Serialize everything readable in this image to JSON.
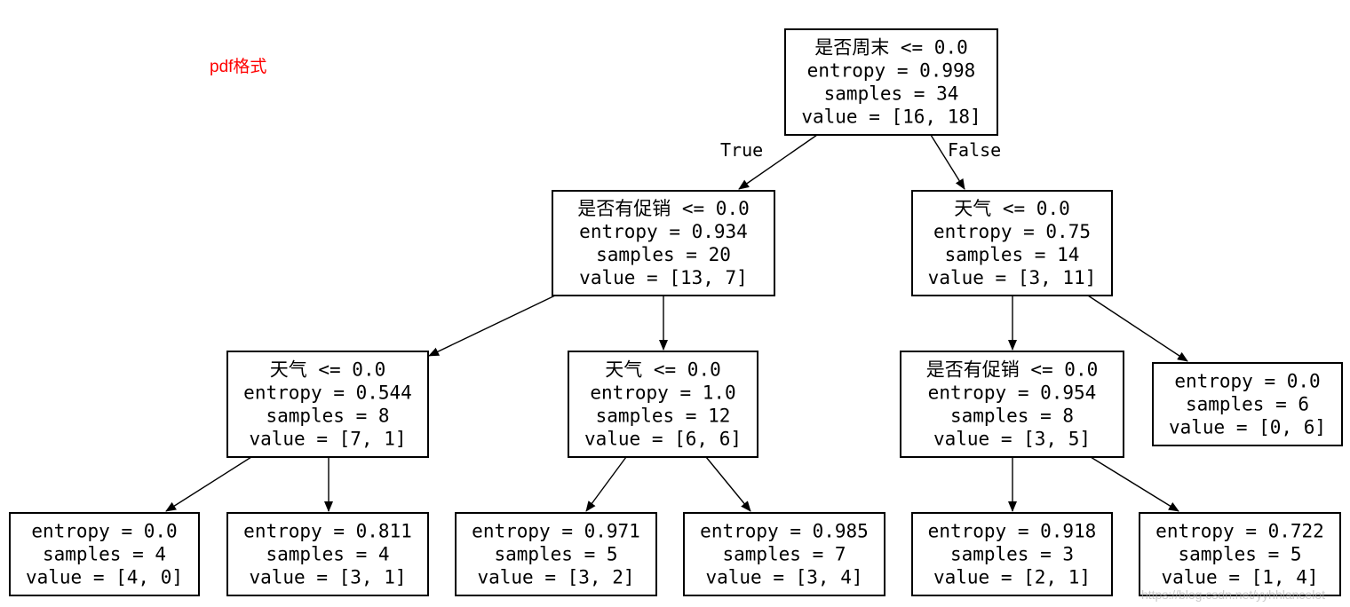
{
  "caption": "pdf格式",
  "watermark": "https://blog.csdn.net/yyhhlancelot",
  "colors": {
    "caption": "#ff0000",
    "stroke": "#000000",
    "background": "#ffffff"
  },
  "tree": {
    "nodes": [
      {
        "id": "n0",
        "lines": [
          "是否周末 <= 0.0",
          "entropy = 0.998",
          "samples = 34",
          "value = [16, 18]"
        ]
      },
      {
        "id": "n1",
        "lines": [
          "是否有促销 <= 0.0",
          "entropy = 0.934",
          "samples = 20",
          "value = [13, 7]"
        ]
      },
      {
        "id": "n2",
        "lines": [
          "天气 <= 0.0",
          "entropy = 0.75",
          "samples = 14",
          "value = [3, 11]"
        ]
      },
      {
        "id": "n3",
        "lines": [
          "天气 <= 0.0",
          "entropy = 0.544",
          "samples = 8",
          "value = [7, 1]"
        ]
      },
      {
        "id": "n4",
        "lines": [
          "天气 <= 0.0",
          "entropy = 1.0",
          "samples = 12",
          "value = [6, 6]"
        ]
      },
      {
        "id": "n5",
        "lines": [
          "是否有促销 <= 0.0",
          "entropy = 0.954",
          "samples = 8",
          "value = [3, 5]"
        ]
      },
      {
        "id": "n6",
        "lines": [
          "entropy = 0.0",
          "samples = 6",
          "value = [0, 6]"
        ]
      },
      {
        "id": "n7",
        "lines": [
          "entropy = 0.0",
          "samples = 4",
          "value = [4, 0]"
        ]
      },
      {
        "id": "n8",
        "lines": [
          "entropy = 0.811",
          "samples = 4",
          "value = [3, 1]"
        ]
      },
      {
        "id": "n9",
        "lines": [
          "entropy = 0.971",
          "samples = 5",
          "value = [3, 2]"
        ]
      },
      {
        "id": "n10",
        "lines": [
          "entropy = 0.985",
          "samples = 7",
          "value = [3, 4]"
        ]
      },
      {
        "id": "n11",
        "lines": [
          "entropy = 0.918",
          "samples = 3",
          "value = [2, 1]"
        ]
      },
      {
        "id": "n12",
        "lines": [
          "entropy = 0.722",
          "samples = 5",
          "value = [1, 4]"
        ]
      }
    ],
    "edges": [
      {
        "from": "n0",
        "to": "n1",
        "label": "True"
      },
      {
        "from": "n0",
        "to": "n2",
        "label": "False"
      },
      {
        "from": "n1",
        "to": "n3",
        "label": ""
      },
      {
        "from": "n1",
        "to": "n4",
        "label": ""
      },
      {
        "from": "n2",
        "to": "n5",
        "label": ""
      },
      {
        "from": "n2",
        "to": "n6",
        "label": ""
      },
      {
        "from": "n3",
        "to": "n7",
        "label": ""
      },
      {
        "from": "n3",
        "to": "n8",
        "label": ""
      },
      {
        "from": "n4",
        "to": "n9",
        "label": ""
      },
      {
        "from": "n4",
        "to": "n10",
        "label": ""
      },
      {
        "from": "n5",
        "to": "n11",
        "label": ""
      },
      {
        "from": "n5",
        "to": "n12",
        "label": ""
      }
    ]
  }
}
